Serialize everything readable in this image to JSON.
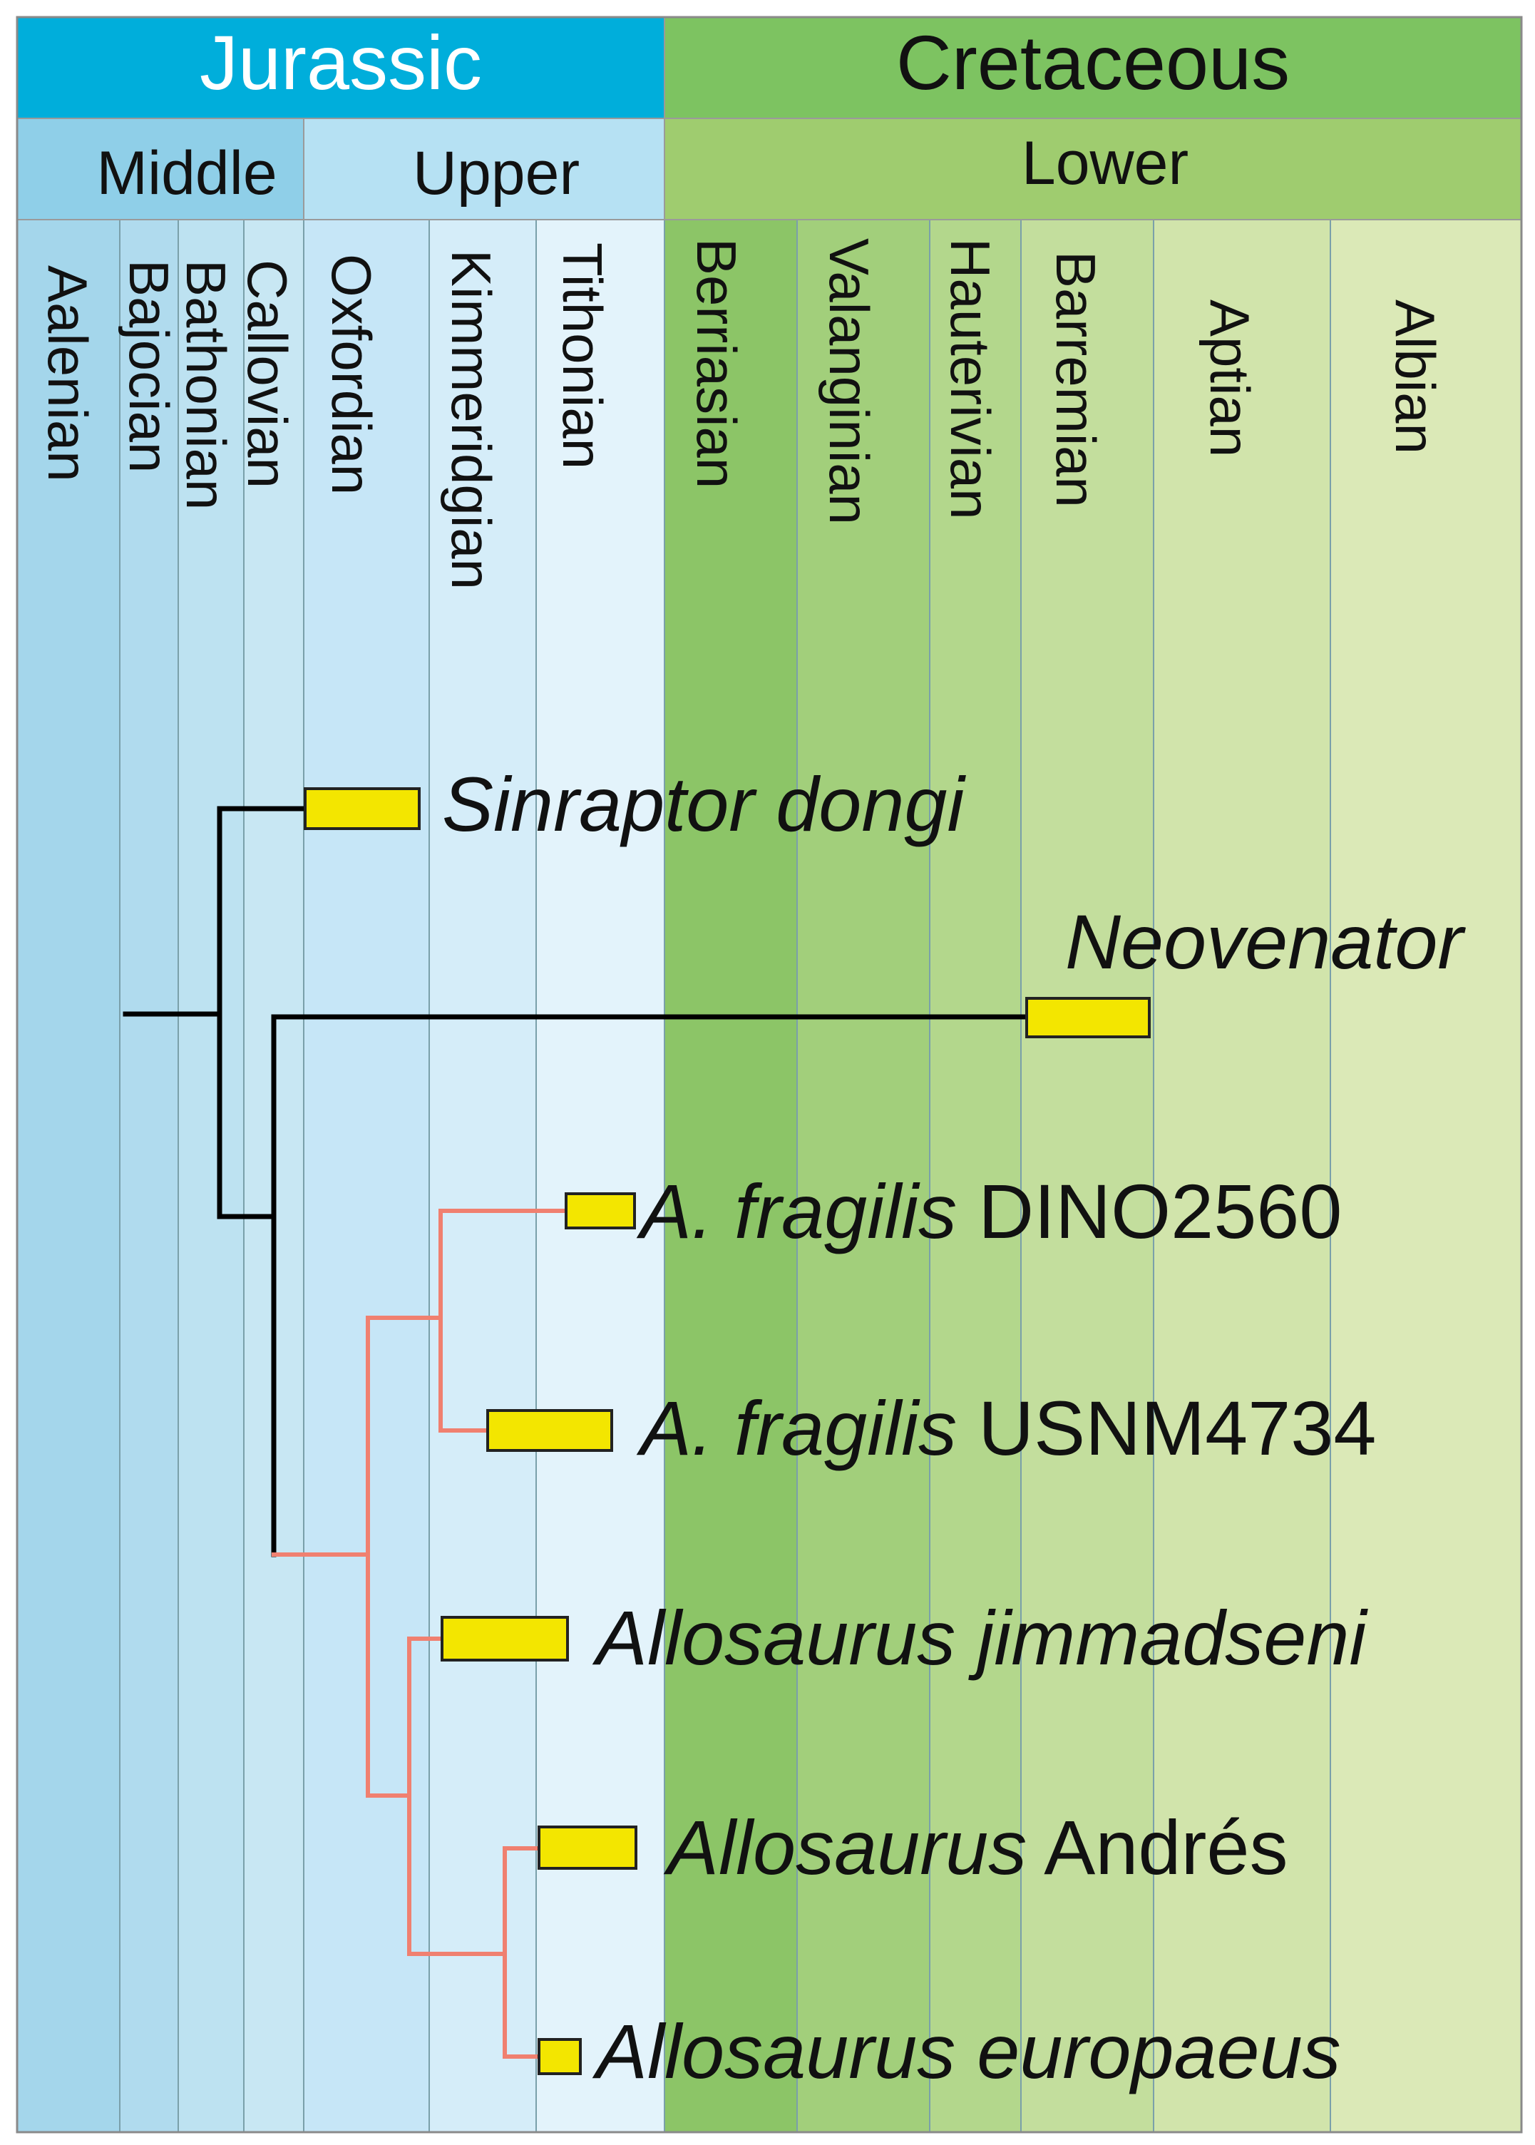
{
  "periods": [
    {
      "id": "jurassic",
      "label": "Jurassic",
      "fill": "#00aedb",
      "text_color": "#ffffff"
    },
    {
      "id": "cretaceous",
      "label": "Cretaceous",
      "fill": "#7dc361",
      "text_color": "#111111"
    }
  ],
  "epochs": [
    {
      "id": "middle-jurassic",
      "label": "Middle",
      "fill": "#8fcfe8"
    },
    {
      "id": "upper-jurassic",
      "label": "Upper",
      "fill": "#b6e1f3"
    },
    {
      "id": "lower-cretaceous",
      "label": "Lower",
      "fill": "#9fcc6f"
    }
  ],
  "stages": [
    {
      "id": "aalenian",
      "label": "Aalenian",
      "fill": "#a4d6eb"
    },
    {
      "id": "bajocian",
      "label": "Bajocian",
      "fill": "#b0dbee"
    },
    {
      "id": "bathonian",
      "label": "Bathonian",
      "fill": "#bde2f1"
    },
    {
      "id": "callovian",
      "label": "Callovian",
      "fill": "#c8e7f3"
    },
    {
      "id": "oxfordian",
      "label": "Oxfordian",
      "fill": "#c6e6f7"
    },
    {
      "id": "kimmeridgian",
      "label": "Kimmeridgian",
      "fill": "#d5edf9"
    },
    {
      "id": "tithonian",
      "label": "Tithonian",
      "fill": "#e3f3fb"
    },
    {
      "id": "berriasian",
      "label": "Berriasian",
      "fill": "#8cc567"
    },
    {
      "id": "valanginian",
      "label": "Valanginian",
      "fill": "#a2cf7b"
    },
    {
      "id": "hauterivian",
      "label": "Hauterivian",
      "fill": "#b3d78c"
    },
    {
      "id": "barremian",
      "label": "Barremian",
      "fill": "#c3de9d"
    },
    {
      "id": "aptian",
      "label": "Aptian",
      "fill": "#d1e4ab"
    },
    {
      "id": "albian",
      "label": "Albian",
      "fill": "#dbe9b7"
    }
  ],
  "taxa": [
    {
      "id": "sinraptor-dongi",
      "italic": "Sinraptor dongi",
      "plain": ""
    },
    {
      "id": "neovenator",
      "italic": "Neovenator",
      "plain": ""
    },
    {
      "id": "a-fragilis-dino2560",
      "italic": "A. fragilis",
      "plain": " DINO2560"
    },
    {
      "id": "a-fragilis-usnm4734",
      "italic": "A. fragilis",
      "plain": " USNM4734"
    },
    {
      "id": "allosaurus-jimmadseni",
      "italic": "Allosaurus jimmadseni",
      "plain": ""
    },
    {
      "id": "allosaurus-andres",
      "italic": "Allosaurus",
      "plain": " Andrés"
    },
    {
      "id": "allosaurus-europaeus",
      "italic": "Allosaurus europaeus",
      "plain": ""
    }
  ],
  "colors": {
    "range_bar_fill": "#f3e600",
    "range_bar_stroke": "#222222",
    "outgroup_branch": "#000000",
    "allosaurus_branch": "#f08070",
    "grid_line": "#7aa0aa",
    "border": "#8a8a8a"
  }
}
